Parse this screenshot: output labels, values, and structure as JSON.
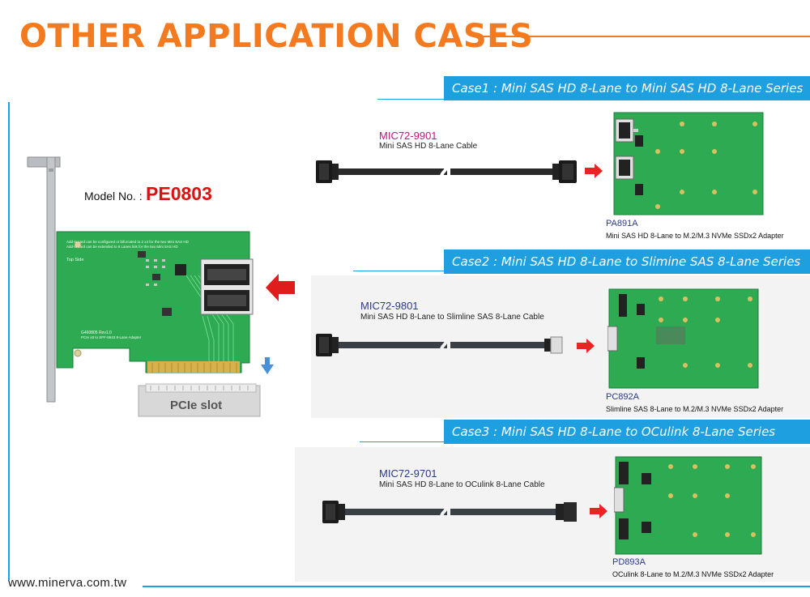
{
  "header": {
    "title": "OTHER APPLICATION CASES",
    "accent_color": "#f47a20"
  },
  "footer": {
    "website": "www.minerva.com.tw"
  },
  "card": {
    "model_label": "Model No. :",
    "model_number": "PE0803",
    "slot_label": "PCIe slot",
    "silk_top": "Add-in card can be configured or bifurcated to 2 x4 for the two Mini SAS HD",
    "silk_top2": "Add-in card can be extended to 8 Lanes link for the two Mini SAS HD",
    "silk_side": "Top Side",
    "silk_rev": "G460805 Rev1.0",
    "silk_desc": "PCIe x8 to SFF-8643 8-Lane Adapter"
  },
  "cases": [
    {
      "title": "Case1 : Mini SAS HD 8-Lane to Mini SAS HD 8-Lane Series",
      "cable_code": "MIC72-9901",
      "cable_desc": "Mini SAS HD 8-Lane Cable",
      "cable_color": "#c0177e",
      "adapter_code": "PA891A",
      "adapter_desc": "Mini SAS HD 8-Lane to M.2/M.3 NVMe SSDx2 Adapter"
    },
    {
      "title": "Case2 : Mini SAS HD 8-Lane to Slimine SAS 8-Lane Series",
      "cable_code": "MIC72-9801",
      "cable_desc": "Mini SAS HD 8-Lane to Slimline SAS 8-Lane Cable",
      "cable_color": "#2c3a86",
      "adapter_code": "PC892A",
      "adapter_desc": "Slimline SAS 8-Lane to M.2/M.3 NVMe SSDx2 Adapter"
    },
    {
      "title": "Case3 : Mini SAS HD 8-Lane to OCulink 8-Lane Series",
      "cable_code": "MIC72-9701",
      "cable_desc": "Mini SAS HD 8-Lane to OCulink 8-Lane Cable",
      "cable_color": "#2c3a86",
      "adapter_code": "PD893A",
      "adapter_desc": "OCulink 8-Lane to M.2/M.3 NVMe SSDx2 Adapter"
    }
  ]
}
